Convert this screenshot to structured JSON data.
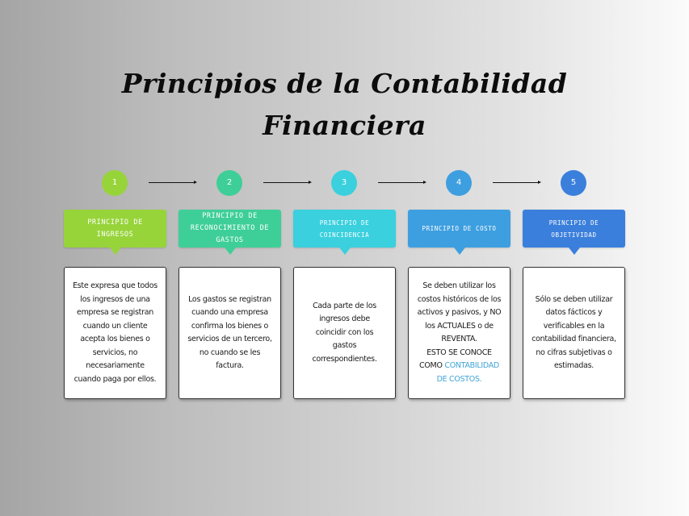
{
  "title": {
    "line1": "Principios de la Contabilidad",
    "line2": "Financiera"
  },
  "colors": {
    "step1": "#97d43a",
    "step2": "#3ecf98",
    "step3": "#3ad0de",
    "step4": "#3e9fe0",
    "step5": "#3b7fdc",
    "highlight": "#3fa3d6"
  },
  "steps": [
    {
      "number": "1",
      "label": "PRINCIPIO DE INGRESOS",
      "description": "Este expresa que todos los ingresos de una empresa se registran cuando un cliente acepta los bienes o servicios, no necesariamente cuando paga por ellos."
    },
    {
      "number": "2",
      "label": "PRINCIPIO DE RECONOCIMIENTO DE GASTOS",
      "description": "Los gastos se registran cuando una empresa confirma los bienes o servicios de un tercero, no cuando se les factura."
    },
    {
      "number": "3",
      "label": "PRINCIPIO DE COINCIDENCIA",
      "description": "Cada parte de los ingresos debe coincidir con los gastos correspondientes."
    },
    {
      "number": "4",
      "label": "PRINCIPIO DE COSTO",
      "description": "Se deben utilizar los costos históricos de los activos y pasivos, y NO los ACTUALES o de REVENTA.",
      "description_line2": "ESTO SE CONOCE COMO",
      "highlight": "CONTABILIDAD DE COSTOS."
    },
    {
      "number": "5",
      "label": "PRINCIPIO DE OBJETIVIDAD",
      "description": "Sólo se deben utilizar datos fácticos y verificables en la contabilidad financiera, no cifras subjetivas o estimadas."
    }
  ]
}
